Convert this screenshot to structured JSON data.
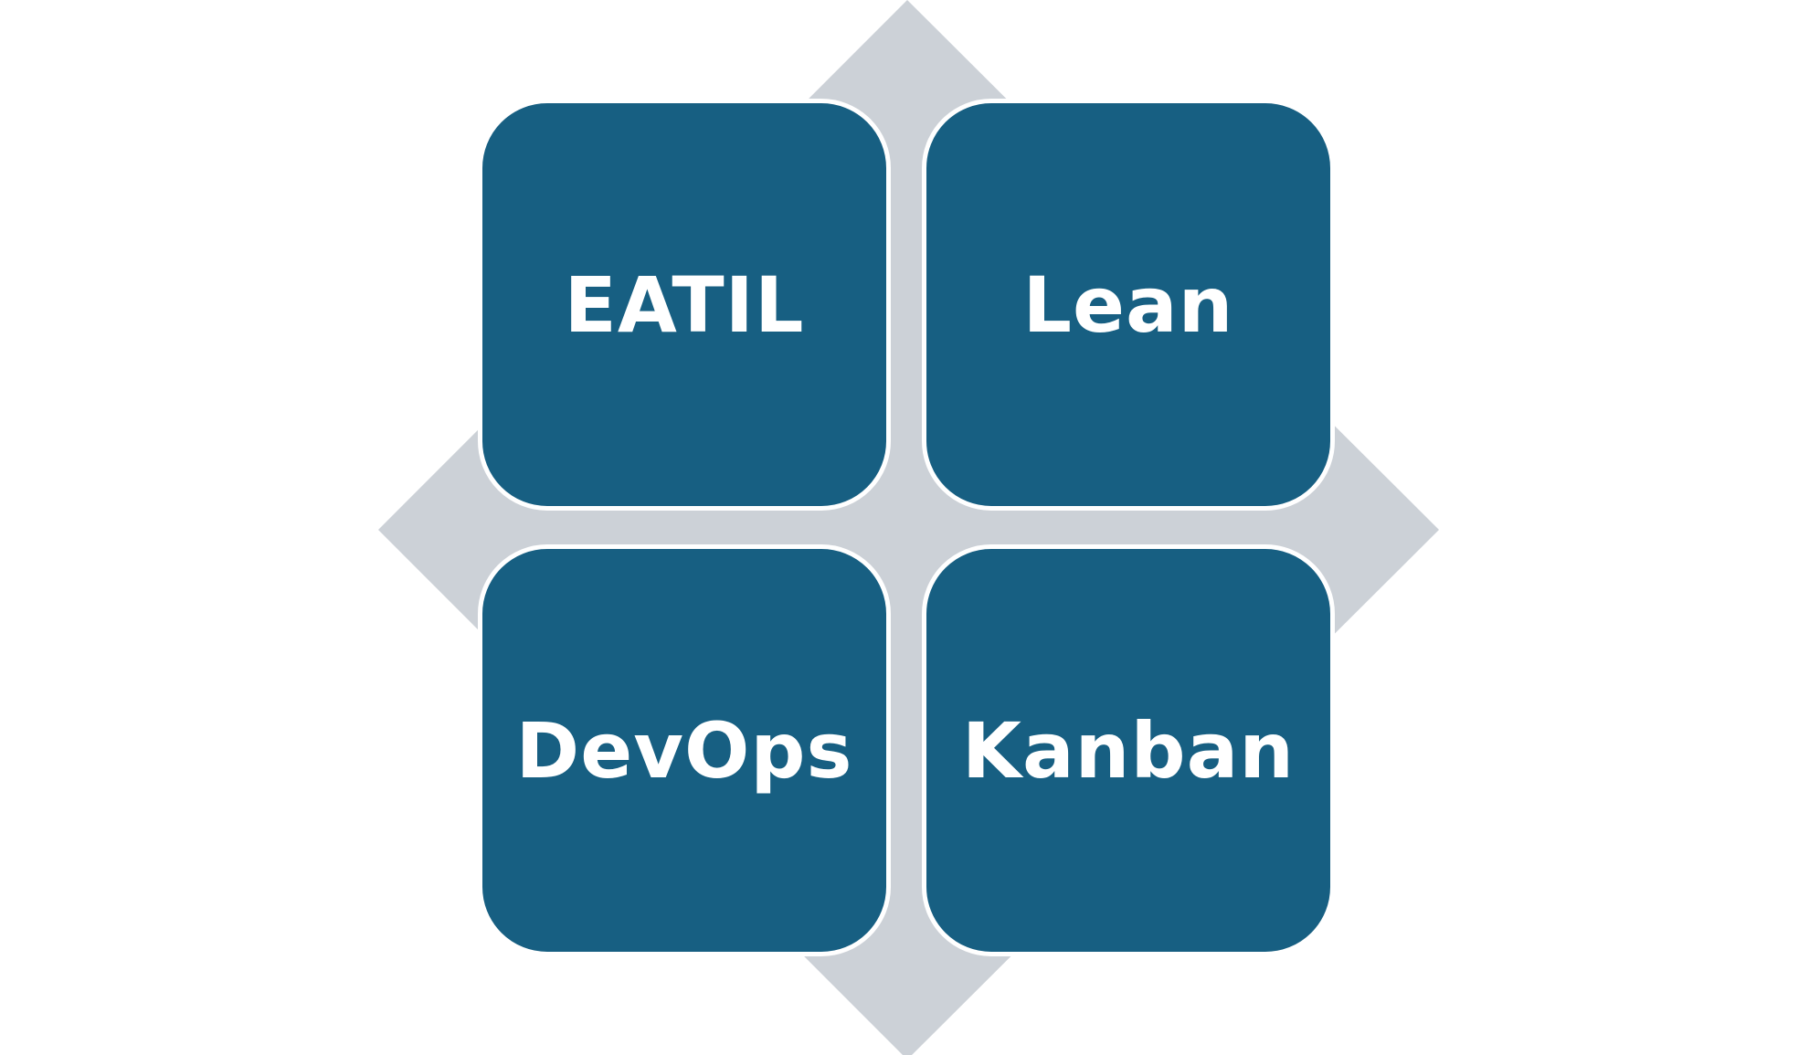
{
  "diagram": {
    "background_shape_color": "#ccd1d7",
    "tile_color": "#175f82",
    "tile_border_color": "#ffffff",
    "label_color": "#ffffff",
    "tiles": [
      {
        "label": "EATIL"
      },
      {
        "label": "Lean"
      },
      {
        "label": "DevOps"
      },
      {
        "label": "Kanban"
      }
    ]
  }
}
